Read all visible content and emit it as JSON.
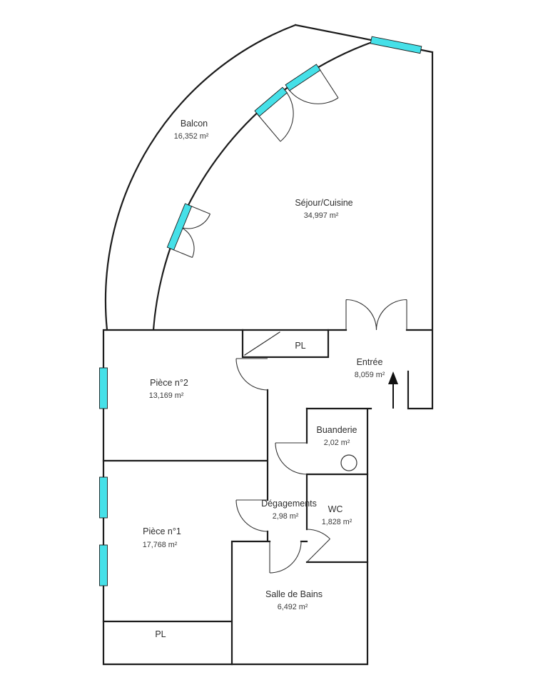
{
  "colors": {
    "window": "#45e0e8",
    "wall": "#1c1c1c"
  },
  "rooms": {
    "balcon": {
      "name": "Balcon",
      "area": "16,352 m²"
    },
    "sejour": {
      "name": "Séjour/Cuisine",
      "area": "34,997 m²"
    },
    "piece2": {
      "name": "Pièce n°2",
      "area": "13,169 m²"
    },
    "entree": {
      "name": "Entrée",
      "area": "8,059 m²"
    },
    "buanderie": {
      "name": "Buanderie",
      "area": "2,02 m²"
    },
    "degagements": {
      "name": "Dégagements",
      "area": "2,98 m²"
    },
    "wc": {
      "name": "WC",
      "area": "1,828 m²"
    },
    "piece1": {
      "name": "Pièce n°1",
      "area": "17,768 m²"
    },
    "sdb": {
      "name": "Salle de Bains",
      "area": "6,492 m²"
    },
    "pl_top": {
      "name": "PL"
    },
    "pl_bottom": {
      "name": "PL"
    }
  }
}
